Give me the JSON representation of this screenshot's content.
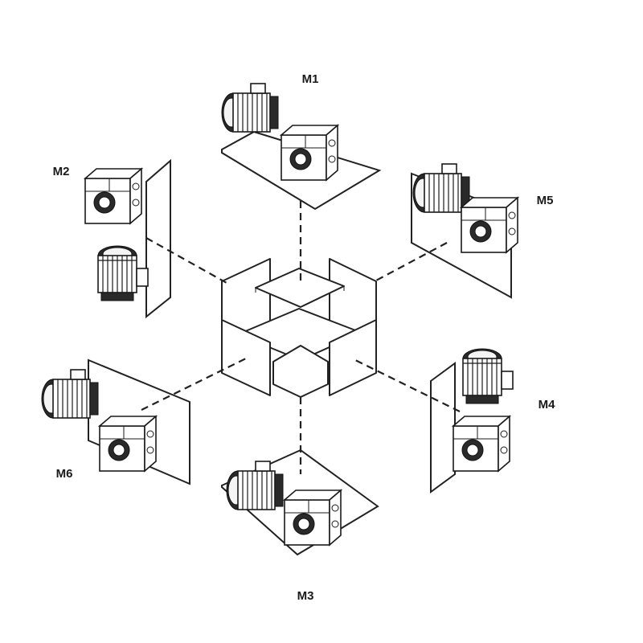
{
  "labels": {
    "m1": "M1",
    "m2": "M2",
    "m3": "M3",
    "m4": "M4",
    "m5": "M5",
    "m6": "M6"
  },
  "icons": {
    "gearmotor": "gearmotor-icon",
    "mount_plate": "mounting-plate-icon",
    "center_frame": "center-frame-icon"
  },
  "colors": {
    "line": "#222222",
    "background": "#ffffff"
  }
}
